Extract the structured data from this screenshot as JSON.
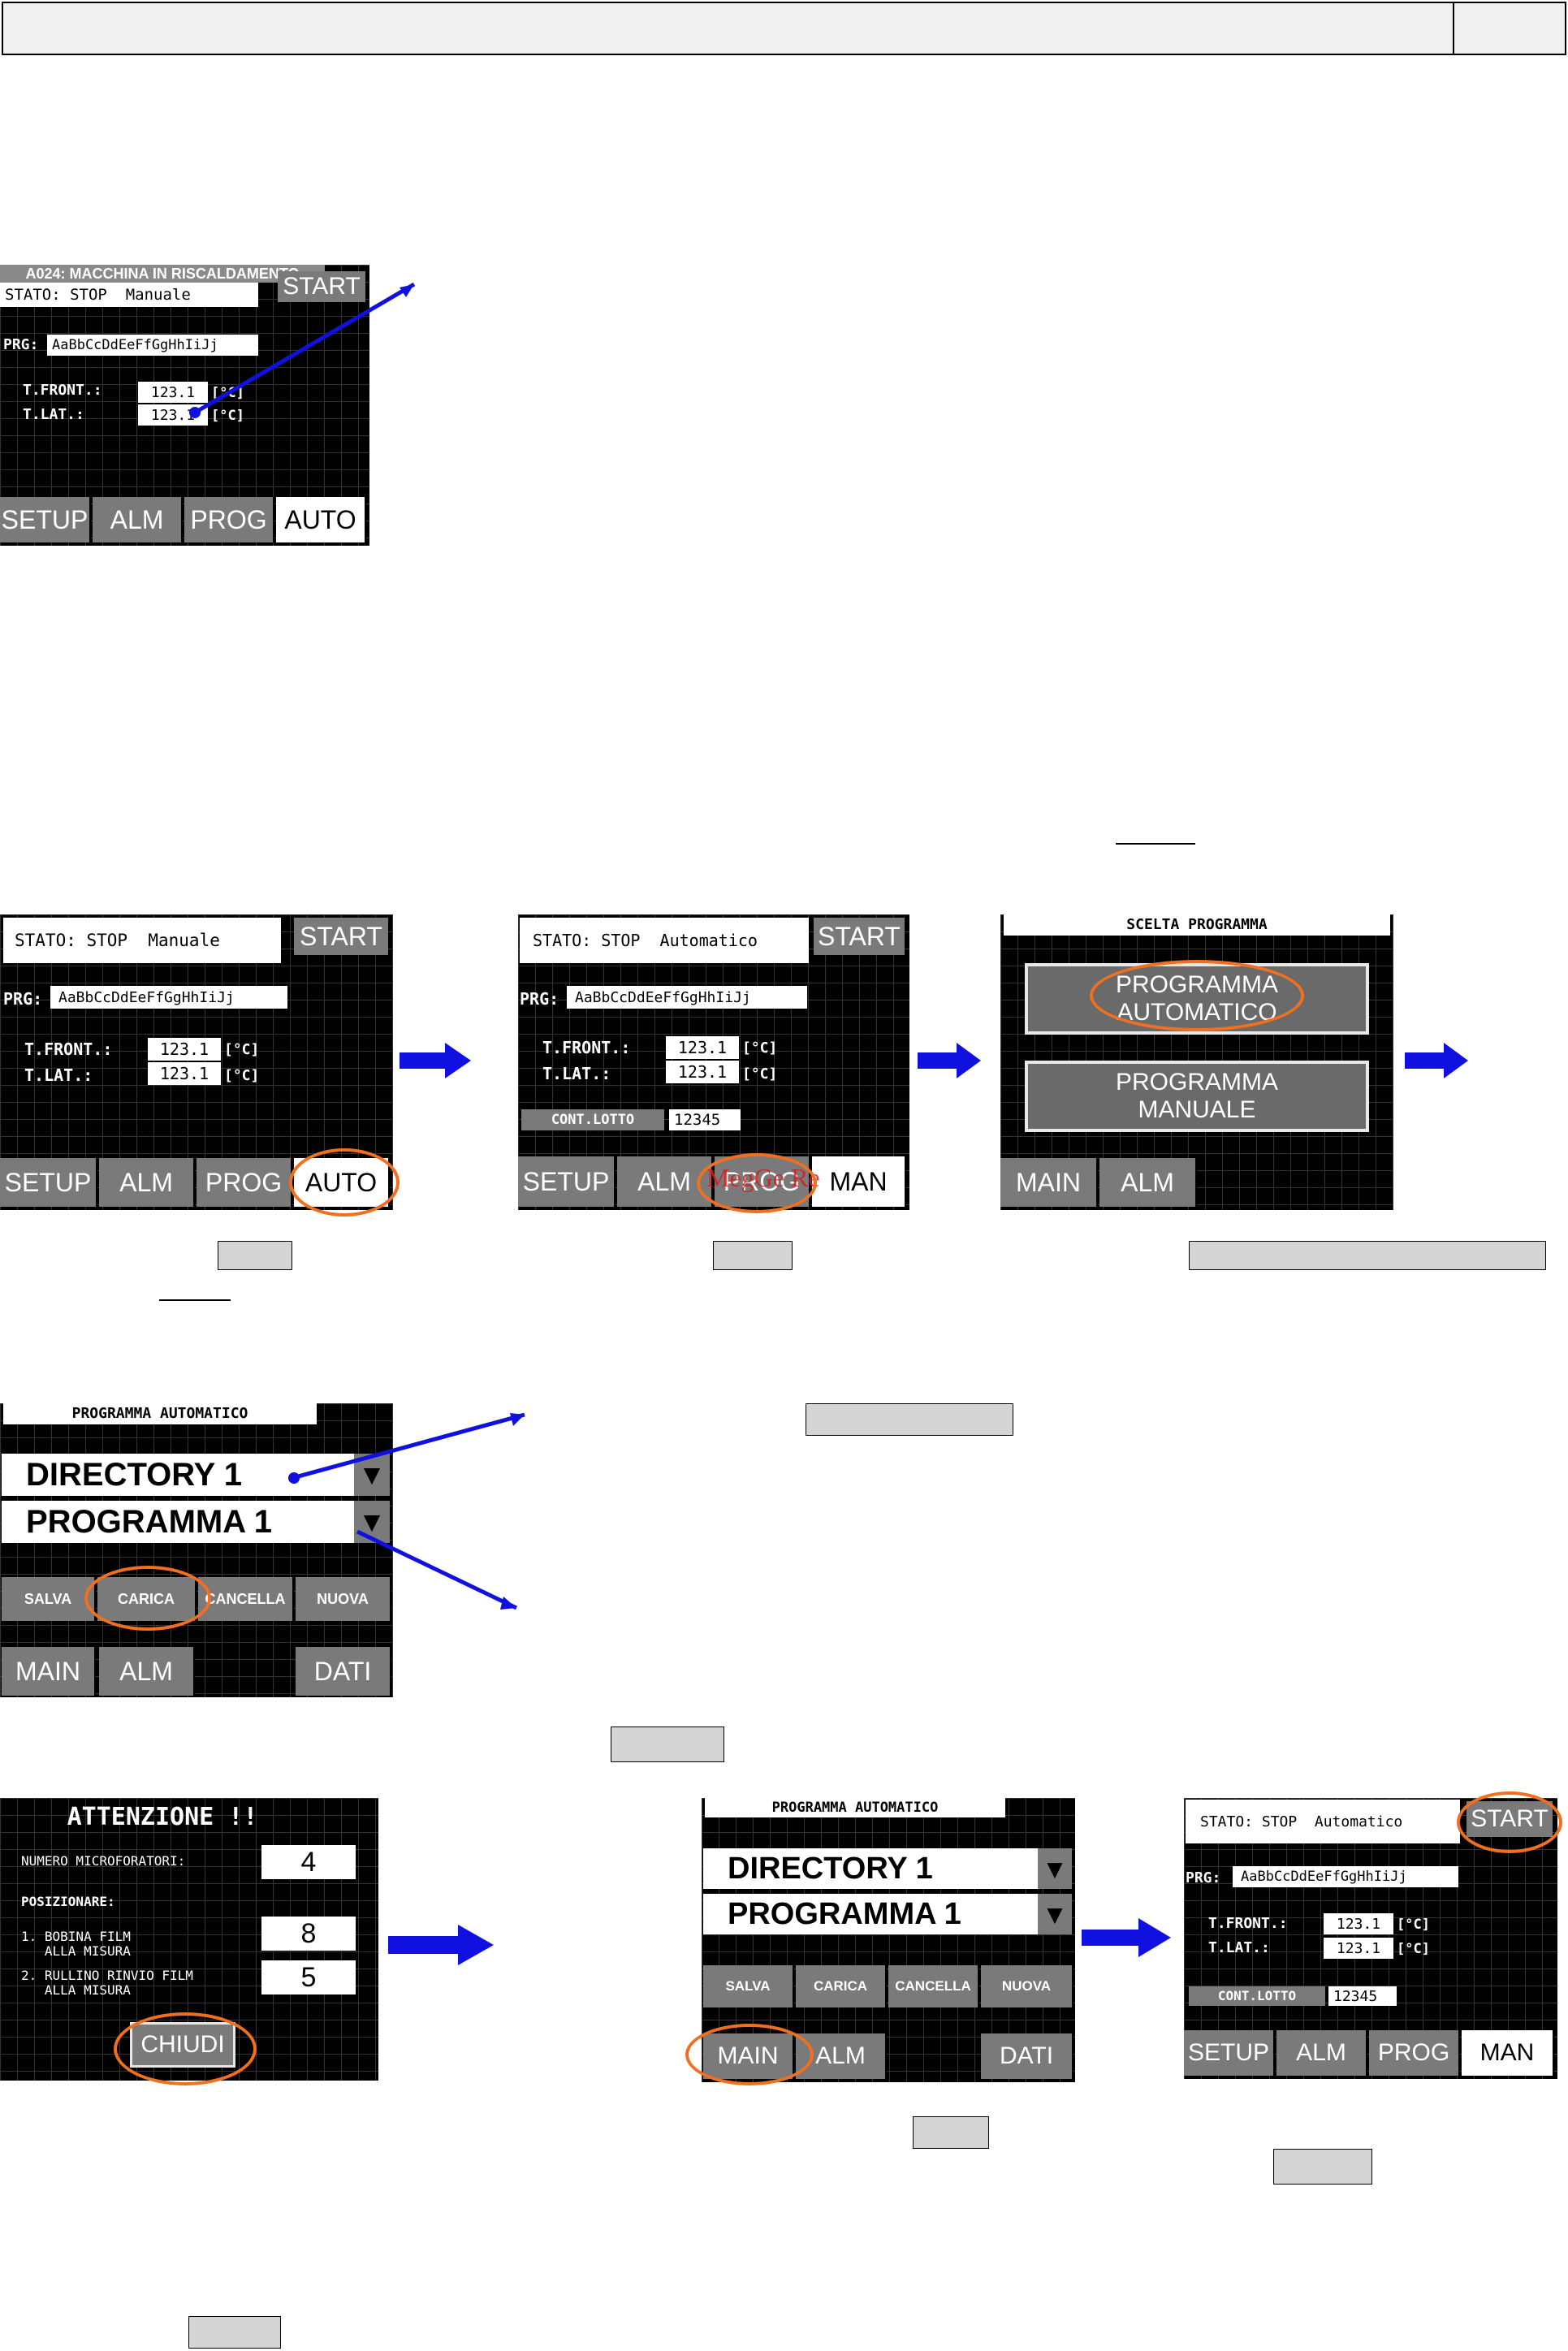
{
  "colors": {
    "accent_orange": "#f07020",
    "arrow_blue": "#1010e0",
    "button_gray": "#7a7a7a",
    "screen_bg": "#000000"
  },
  "icons": {
    "right_arrow": "blue-right-arrow-icon",
    "dropdown": "triangle-down-icon"
  },
  "screens": {
    "s1": {
      "alarm": "A024: MACCHINA IN RISCALDAMENTO",
      "stato": "STATO: STOP  Manuale",
      "start": "START",
      "prg_label": "PRG:",
      "prg_value": "AaBbCcDdEeFfGgHhIiJj",
      "tfront_label": "T.FRONT.:",
      "tlat_label": "T.LAT.:",
      "tfront": "123.1",
      "tlat": "123.1",
      "unit": "[°C]",
      "tabs": [
        "SETUP",
        "ALM",
        "PROG",
        "AUTO"
      ]
    },
    "s2": {
      "stato": "STATO: STOP  Manuale",
      "start": "START",
      "prg_label": "PRG:",
      "prg_value": "AaBbCcDdEeFfGgHhIiJj",
      "tfront_label": "T.FRONT.:",
      "tlat_label": "T.LAT.:",
      "tfront": "123.1",
      "tlat": "123.1",
      "unit": "[°C]",
      "tabs": [
        "SETUP",
        "ALM",
        "PROG",
        "AUTO"
      ]
    },
    "s3": {
      "stato": "STATO: STOP  Automatico",
      "start": "START",
      "prg_label": "PRG:",
      "prg_value": "AaBbCcDdEeFfGgHhIiJj",
      "tfront_label": "T.FRONT.:",
      "tlat_label": "T.LAT.:",
      "tfront": "123.1",
      "tlat": "123.1",
      "unit": "[°C]",
      "lotto_label": "CONT.LOTTO",
      "lotto": "12345",
      "overlay": "MegGe Re",
      "tabs": [
        "SETUP",
        "ALM",
        "PROG",
        "MAN"
      ]
    },
    "s4": {
      "title": "SCELTA PROGRAMMA",
      "opt1": "PROGRAMMA\nAUTOMATICO",
      "opt2": "PROGRAMMA\nMANUALE",
      "tabs": [
        "MAIN",
        "ALM"
      ]
    },
    "s5": {
      "title": "PROGRAMMA AUTOMATICO",
      "dir": "DIRECTORY 1",
      "prog": "PROGRAMMA 1",
      "actions": [
        "SALVA",
        "CARICA",
        "CANCELLA",
        "NUOVA"
      ],
      "tabs": [
        "MAIN",
        "ALM",
        "DATI"
      ]
    },
    "s6": {
      "title": "ATTENZIONE !!",
      "num_label": "NUMERO MICROFORATORI:",
      "num": "4",
      "pos_label": "POSIZIONARE:",
      "item1": "1. BOBINA FILM\n   ALLA MISURA",
      "val1": "8",
      "item2": "2. RULLINO RINVIO FILM\n   ALLA MISURA",
      "val2": "5",
      "close": "CHIUDI"
    },
    "s7": {
      "title": "PROGRAMMA AUTOMATICO",
      "dir": "DIRECTORY 1",
      "prog": "PROGRAMMA 1",
      "actions": [
        "SALVA",
        "CARICA",
        "CANCELLA",
        "NUOVA"
      ],
      "tabs": [
        "MAIN",
        "ALM",
        "DATI"
      ]
    },
    "s8": {
      "stato": "STATO: STOP  Automatico",
      "start": "START",
      "prg_label": "PRG:",
      "prg_value": "AaBbCcDdEeFfGgHhIiJj",
      "tfront_label": "T.FRONT.:",
      "tlat_label": "T.LAT.:",
      "tfront": "123.1",
      "tlat": "123.1",
      "unit": "[°C]",
      "lotto_label": "CONT.LOTTO",
      "lotto": "12345",
      "tabs": [
        "SETUP",
        "ALM",
        "PROG",
        "MAN"
      ]
    }
  }
}
